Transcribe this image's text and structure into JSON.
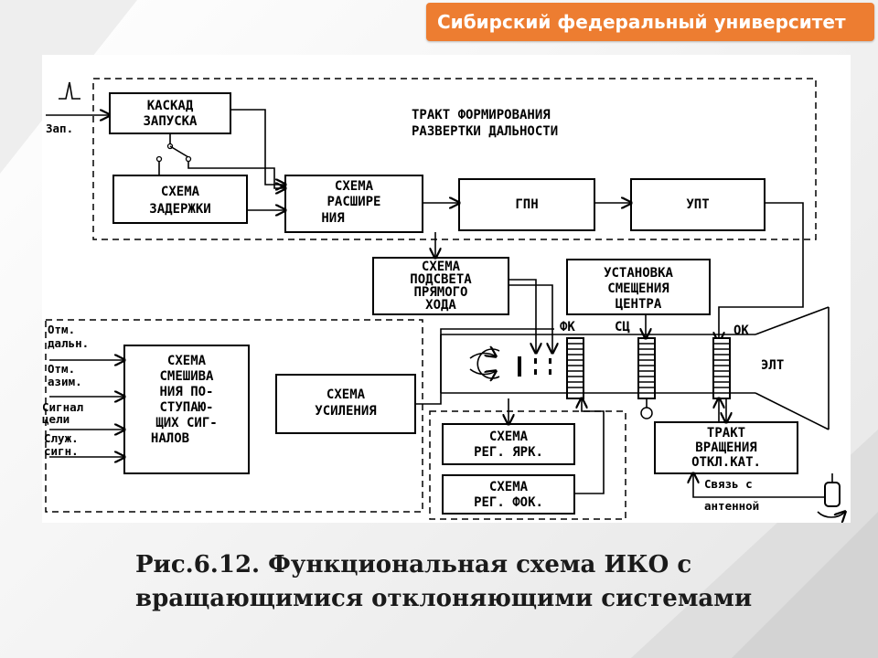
{
  "header": {
    "banner_text": "Сибирский федеральный университет"
  },
  "diagram": {
    "trigger_pulse_label": "Зап.",
    "cascade": [
      "КАСКАД",
      "ЗАПУСКА"
    ],
    "delay": [
      "СХЕМА",
      "ЗАДЕРЖКИ"
    ],
    "expand": [
      "СХЕМА",
      "РАСШИРЕ",
      "НИЯ"
    ],
    "gpn": "ГПН",
    "upt": "УПТ",
    "tract_title": [
      "ТРАКТ ФОРМИРОВАНИЯ",
      "РАЗВЕРТКИ ДАЛЬНОСТИ"
    ],
    "highlight": [
      "СХЕМА",
      "ПОДСВЕТА",
      "ПРЯМОГО",
      "ХОДА"
    ],
    "center_shift": [
      "УСТАНОВКА",
      "СМЕЩЕНИЯ",
      "ЦЕНТРА"
    ],
    "inputs": [
      [
        "Отм.",
        "дальн."
      ],
      [
        "Отм.",
        "азим."
      ],
      [
        "Сигнал",
        "цели"
      ],
      [
        "Служ.",
        "сигн."
      ]
    ],
    "mixer": [
      "СХЕМА",
      "СМЕШИВА",
      "НИЯ ПО-",
      "СТУПАЮ-",
      "ЩИХ СИГ-",
      "НАЛОВ"
    ],
    "amp": [
      "СХЕМА",
      "УСИЛЕНИЯ"
    ],
    "brightness": [
      "СХЕМА",
      "РЕГ. ЯРК."
    ],
    "focus": [
      "СХЕМА",
      "РЕГ. ФОК."
    ],
    "rotation": [
      "ТРАКТ",
      "ВРАЩЕНИЯ",
      "ОТКЛ.КАТ."
    ],
    "fk_label": "ФК",
    "sc_label": "СЦ",
    "ok_label": "ОК",
    "elt_label": "ЭЛТ",
    "antenna_link": [
      "Связь с",
      "антенной"
    ]
  },
  "caption": {
    "line1": "Рис.6.12. Функциональная схема ИКО с",
    "line2": "вращающимися отклоняющими системами"
  }
}
